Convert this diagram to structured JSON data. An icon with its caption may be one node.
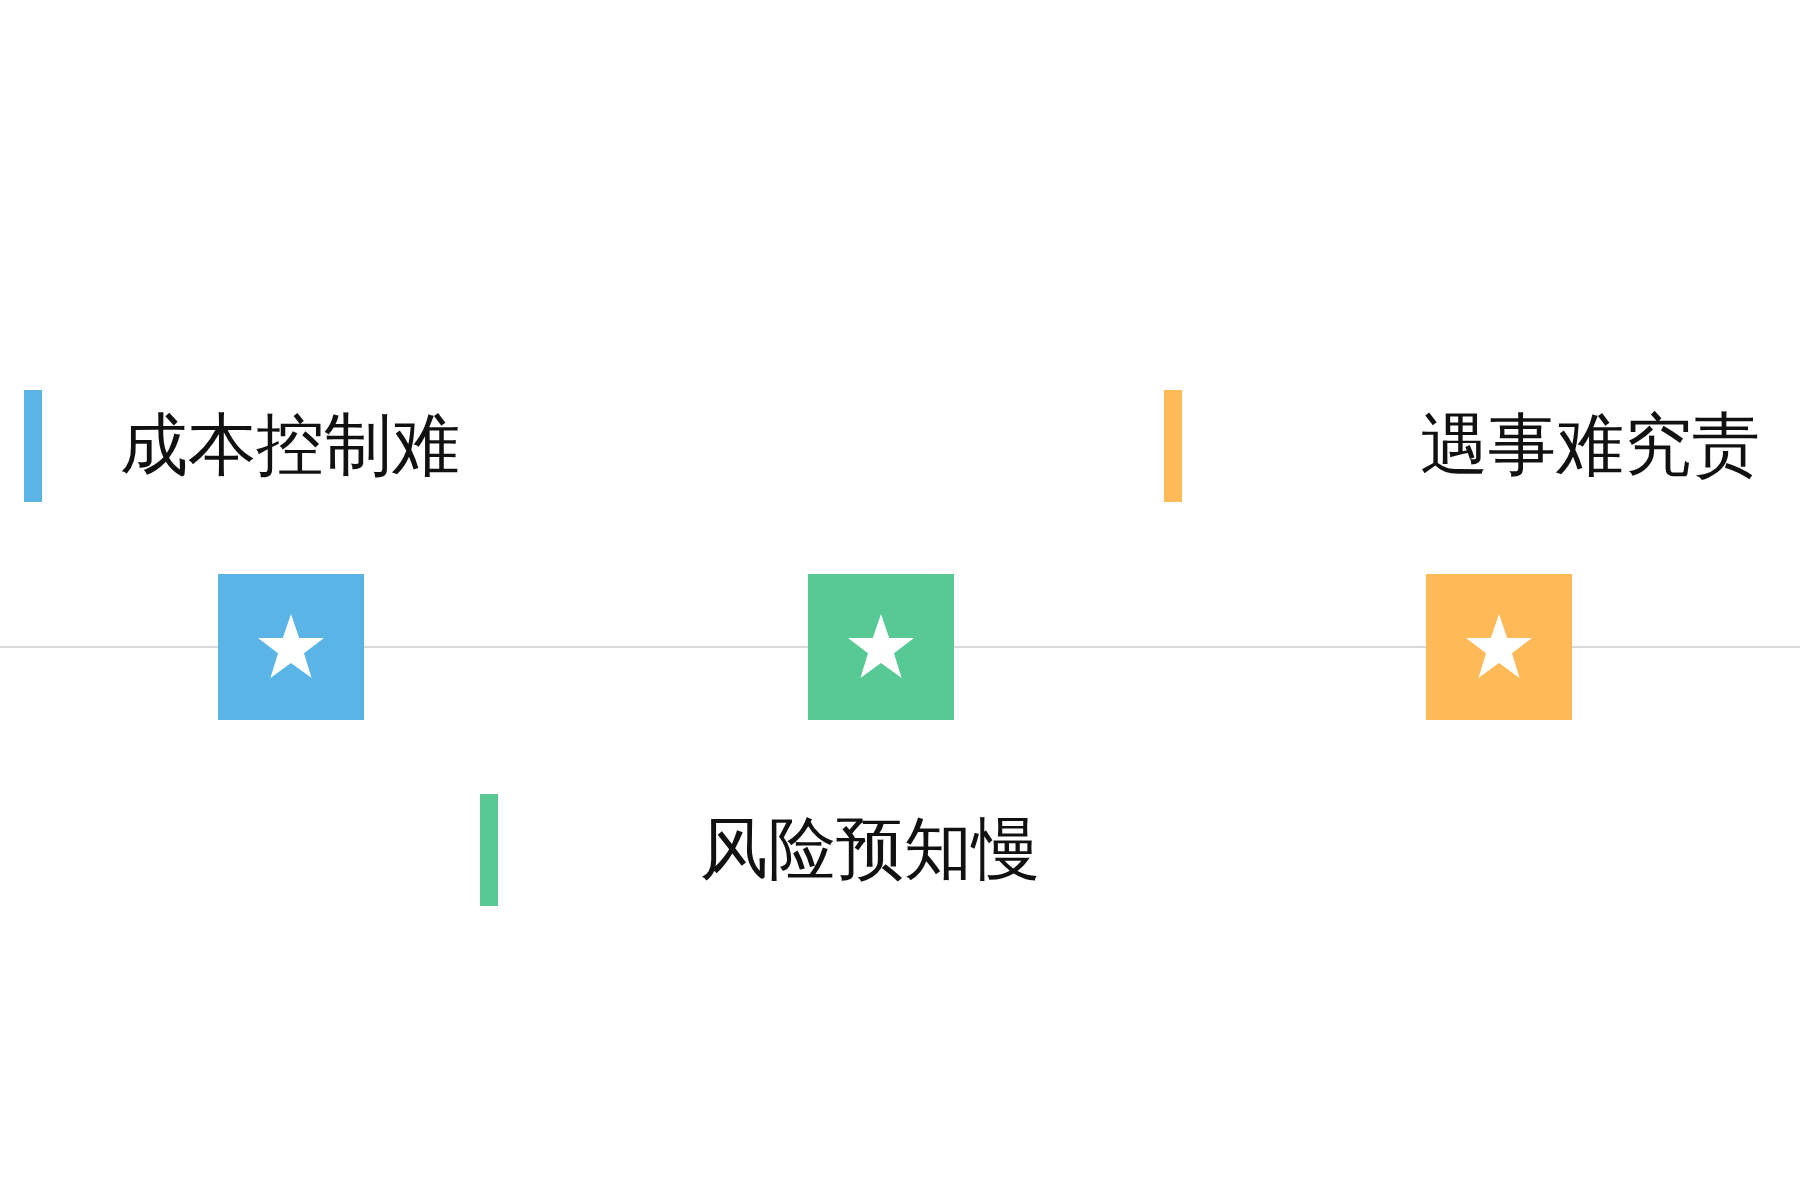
{
  "diagram": {
    "labels": [
      "成本控制难",
      "遇事难究责",
      "风险预知慢"
    ]
  }
}
